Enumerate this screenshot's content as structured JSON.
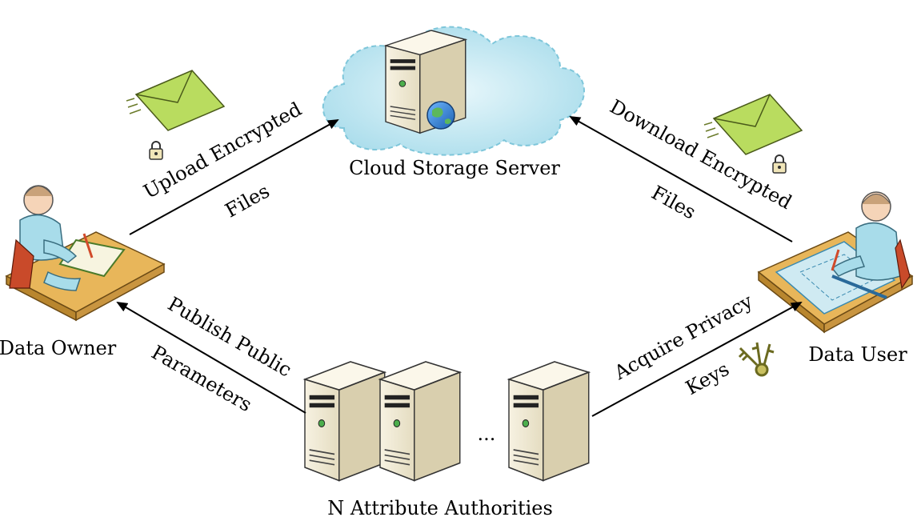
{
  "nodes": {
    "cloud": "Cloud Storage Server",
    "owner": "Data Owner",
    "user": "Data User",
    "authorities": "N Attribute Authorities",
    "ellipsis": "..."
  },
  "edges": {
    "upload_line1": "Upload Encrypted",
    "upload_line2": "Files",
    "download_line1": "Download Encrypted",
    "download_line2": "Files",
    "publish_line1": "Publish Public",
    "publish_line2": "Parameters",
    "acquire_line1": "Acquire Privacy",
    "acquire_line2": "Keys"
  },
  "colors": {
    "cloud": "#bfe8f2",
    "server_body": "#f2ecd8",
    "envelope": "#b5d95c",
    "desk": "#e8b65a",
    "person": "#9fd6e6"
  },
  "icons": [
    "cloud-icon",
    "server-icon",
    "globe-icon",
    "envelope-icon",
    "lock-icon",
    "key-icon",
    "person-at-desk-icon"
  ]
}
